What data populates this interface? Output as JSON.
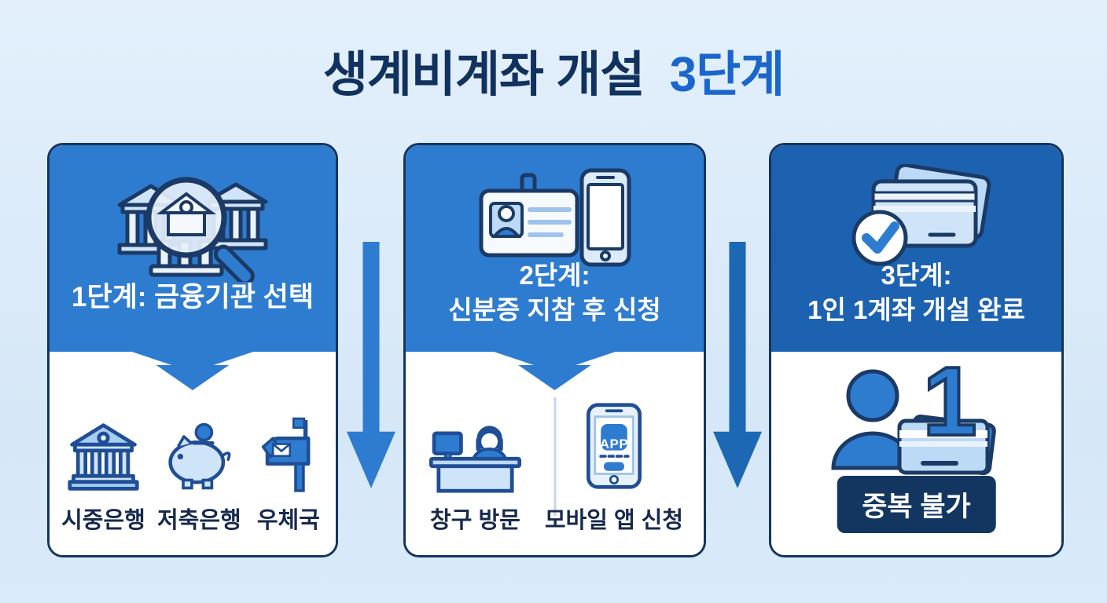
{
  "title": {
    "text": "생계비계좌 개설",
    "highlight": "3단계"
  },
  "colors": {
    "background": "#dce9f7",
    "card_border_navy": "#14355f",
    "step1_2_header_blue": "#2e7cd0",
    "step3_header_blue": "#1d62b0",
    "title_navy": "#11315e",
    "title_blue": "#1b66cc",
    "badge_bg": "#12365f",
    "arrow1_blue": "#2e7cd0",
    "arrow2_blue": "#1d68b5"
  },
  "steps": [
    {
      "header_icon": "bank-search-icon",
      "title_lines": [
        "1단계: 금융기관 선택"
      ],
      "options": [
        {
          "icon": "bank-icon",
          "label": "시중은행"
        },
        {
          "icon": "piggy-bank-icon",
          "label": "저축은행"
        },
        {
          "icon": "mailbox-icon",
          "label": "우체국"
        }
      ]
    },
    {
      "header_icon": "id-card-phone-icon",
      "title_lines": [
        "2단계:",
        "신분증 지참 후 신청"
      ],
      "options": [
        {
          "icon": "teller-desk-icon",
          "label": "창구 방문"
        },
        {
          "icon": "mobile-app-icon",
          "label": "모바일 앱 신청",
          "screen_label": "APP"
        }
      ]
    },
    {
      "header_icon": "credit-card-check-icon",
      "title_lines": [
        "3단계:",
        "1인 1계좌 개설 완료"
      ],
      "result": {
        "icon": "person-single-account-icon",
        "number": "1",
        "badge": "중복 불가"
      }
    }
  ]
}
